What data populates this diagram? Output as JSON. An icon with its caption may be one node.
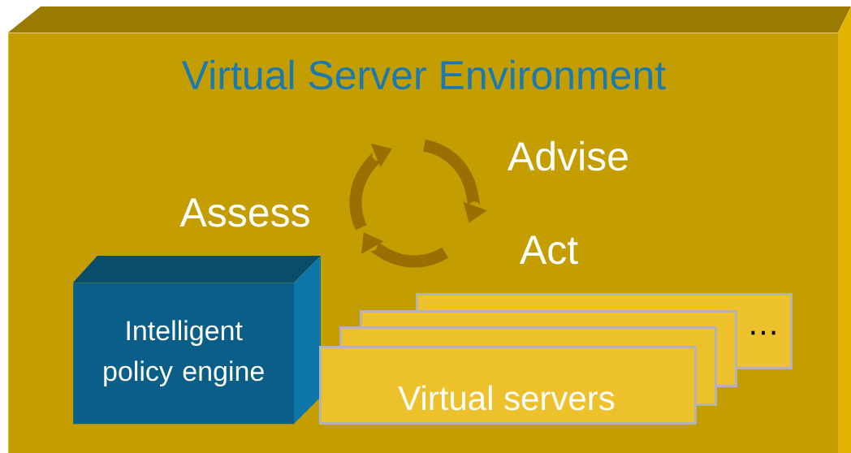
{
  "diagram": {
    "nodes": [
      {
        "text": [
          "Virtual Server Environment"
        ]
      },
      {
        "text": [
          "Intelligent policy engine"
        ],
        "in": 0
      },
      {
        "text": [],
        "shape": "box",
        "in": 0
      },
      {
        "text": [],
        "shape": "box",
        "in": 0
      },
      {
        "text": [],
        "shape": "box",
        "in": 0
      },
      {
        "text": [
          "Virtual servers"
        ],
        "in": 0
      }
    ],
    "labels": [
      "Advise",
      "Assess",
      "Act",
      "…"
    ]
  }
}
